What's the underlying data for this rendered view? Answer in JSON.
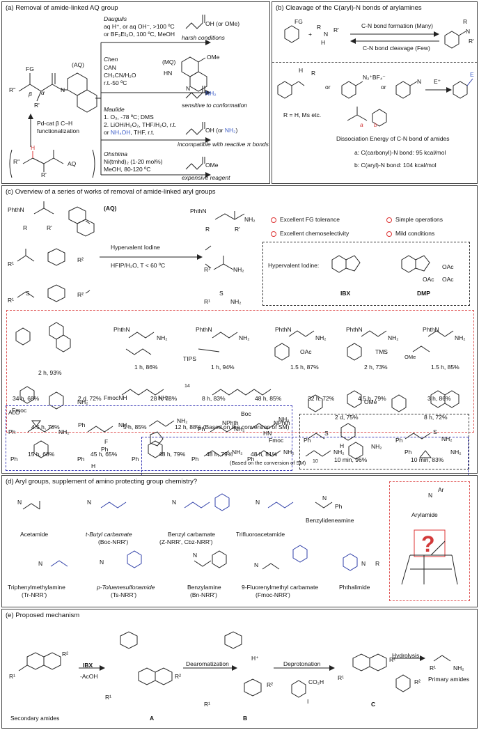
{
  "panel_a": {
    "title": "(a) Removal of amide-linked AQ group",
    "aq_label": "(AQ)",
    "mq_label": "(MQ)",
    "pdcat": "Pd-cat β C–H",
    "pdcat2": "functionalization",
    "daugulis": {
      "name": "Daugulis",
      "c1": "aq H⁺, or aq OH⁻, >100 ºC",
      "c2": "or BF₃Et₂O, 100 ºC, MeOH",
      "product": "OH (or OMe)",
      "note": "harsh conditions"
    },
    "chen": {
      "name": "Chen",
      "c1": "CAN",
      "c2": "CH₃CN/H₂O",
      "c3": "r.t.-50 ºC",
      "note": "sensitive to conformation",
      "ome": "OMe",
      "hn": "HN",
      "n": "N"
    },
    "maulide": {
      "name": "Maulide",
      "c1": "1. O₃, -78 ºC; DMS",
      "c2": "2. LiOH/H₂O₂, THF/H₂O, r.t.",
      "c3a": "or ",
      "c3b": "NH₄OH",
      "c3c": ", THF, r.t.",
      "product_a": "OH (or ",
      "product_b": "NH₂",
      "product_c": ")",
      "note": "incompatible with  reactive π bonds"
    },
    "ohshima": {
      "name": "Ohshima",
      "c1": "Ni(tmhd)₂ (1-20 mol%)",
      "c2": "MeOH, 80-120 ºC",
      "product": "OMe",
      "note": "expensive reagent"
    },
    "nh2": "NH₂",
    "fg": "FG",
    "r2": "R''",
    "r1": "R'",
    "h": "H",
    "n_label": "N",
    "aq": "AQ",
    "beta": "β",
    "alpha": "α"
  },
  "panel_b": {
    "title": "(b) Cleavage of the C(aryl)-N bonds of arylamines",
    "fg": "FG",
    "plus": "+",
    "formation": "C-N bond formation (Many)",
    "cleavage": "C-N bond cleavage (Few)",
    "r": "R",
    "r1": "R'",
    "h": "H",
    "n": "N",
    "or1": "or",
    "or2": "or",
    "diazo": "N₂⁺BF₄⁻",
    "eplus": "E⁺",
    "e": "E",
    "rh": "R = H, Ms etc.",
    "a": "a",
    "b": "b",
    "dissociation": "Dissociation Energy of C-N bond of amides",
    "da": "a: C(carbonyl)-N bond: 95 kcal/mol",
    "db": "b: C(aryl)-N bond: 104 kcal/mol"
  },
  "panel_c": {
    "title": "(c) Overview of a series of works of removal of amide-linked aryl groups",
    "aq": "(AQ)",
    "reagent": "Hypervalent Iodine",
    "conditions": "HFIP/H₂O, T < 60 ºC",
    "features": [
      "Excellent FG tolerance",
      "Simple operations",
      "Excellent chemoselectivity",
      "Mild conditions"
    ],
    "hv_label": "Hypervalent Iodine:",
    "ibx": "IBX",
    "dmp": "DMP",
    "row1": [
      "2 h, 93%",
      "1 h, 86%",
      "1 h, 94%",
      "1.5 h, 87%",
      "2 h, 73%",
      "1.5 h, 85%"
    ],
    "row2": [
      "4.5 h, 78%",
      "5 h, 85%",
      "12 h, 88% (Based on the conversion of SM)",
      "2 d, 75%",
      "8 h, 72%"
    ],
    "row3": [
      "34 h, 68%",
      "2 d, 72%",
      "28 h, 78%",
      "8 h, 83%",
      "48 h, 85%",
      "32 h, 72%",
      "4.5 h, 79%",
      "3 h, 86%"
    ],
    "row4": [
      "15 h, 68%",
      "45 h, 65%",
      "48 h, 79%",
      "48 h, 79%",
      "48 h, 81%"
    ],
    "row4_note": "(Based on the conversion of SM)",
    "row5": [
      "10 min, 96%",
      "10 min, 83%"
    ],
    "labels": {
      "phthn": "PhthN",
      "nh2": "NH₂",
      "r1": "R¹",
      "r2": "R²",
      "r": "R",
      "rp": "R'",
      "nh": "NH",
      "n": "N",
      "h": "H",
      "s": "S",
      "otms": "TMS",
      "oac": "OAc",
      "tips": "TIPS",
      "fmoc": "Fmoc",
      "fmocnh": "FmocNH",
      "nphth": "NPhth",
      "ome": "OMe",
      "ph": "Ph",
      "aco": "AcO",
      "f": "F",
      "boc": "Boc",
      "hn": "HN",
      "sub14": "14",
      "sub10": "10"
    }
  },
  "panel_d": {
    "title": "(d) Aryl groups, supplement of amino protecting group chemistry?",
    "items": [
      {
        "name": "Acetamide",
        "sub": ""
      },
      {
        "name": "t-Butyl carbamate",
        "sub": "(Boc-NRR')"
      },
      {
        "name": "Benzyl carbamate",
        "sub": "(Z-NRR', Cbz-NRR')"
      },
      {
        "name": "Trifluoroacetamide",
        "sub": ""
      },
      {
        "name": "Benzylideneamine",
        "sub": ""
      },
      {
        "name": "Arylamide",
        "sub": ""
      },
      {
        "name": "Triphenylmethylamine",
        "sub": "(Tr-NRR')"
      },
      {
        "name": "p-Toluenesulfonamide",
        "sub": "(Ts-NRR')"
      },
      {
        "name": "Benzylamine",
        "sub": "(Bn-NRR')"
      },
      {
        "name": "9-Fluorenylmethyl carbamate",
        "sub": "(Fmoc-NRR')"
      },
      {
        "name": "Phthalimide",
        "sub": ""
      }
    ],
    "n": "N",
    "ar": "Ar",
    "ph": "Ph",
    "r": "R",
    "question": "?"
  },
  "panel_e": {
    "title": "(e) Proposed mechanism",
    "ibx": "IBX",
    "acoh": "-AcOH",
    "dearom": "Dearomatization",
    "deprot": "Deprotonation",
    "hydrolysis": "Hydrolysis",
    "secondary": "Secondary amides",
    "primary": "Primary amides",
    "a": "A",
    "b": "B",
    "c": "C",
    "r1": "R¹",
    "r2": "R²",
    "hplus": "H⁺",
    "co2h": "CO₂H",
    "i": "I",
    "nh2": "NH₂"
  }
}
